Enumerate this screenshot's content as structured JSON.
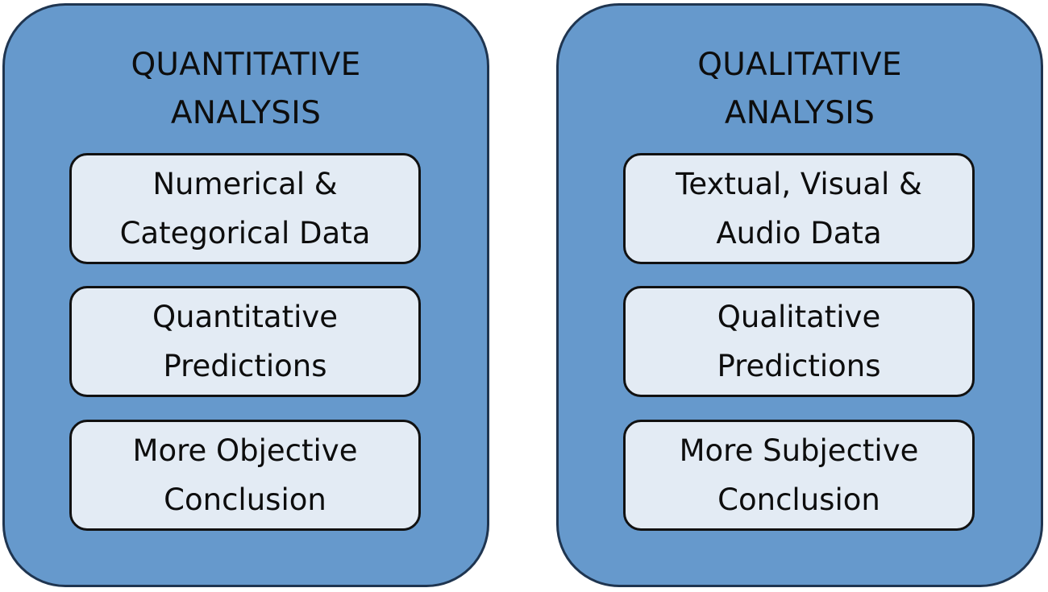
{
  "colors": {
    "panel_fill": "#6699cc",
    "panel_border": "#1f3550",
    "card_fill": "#e3ebf4",
    "card_border": "#111111",
    "text": "#0d0d0d"
  },
  "panels": [
    {
      "title": "QUANTITATIVE\nANALYSIS",
      "cards": [
        "Numerical &\nCategorical Data",
        "Quantitative\nPredictions",
        "More Objective\nConclusion"
      ]
    },
    {
      "title": "QUALITATIVE\nANALYSIS",
      "cards": [
        "Textual, Visual &\nAudio Data",
        "Qualitative\nPredictions",
        "More Subjective\nConclusion"
      ]
    }
  ]
}
